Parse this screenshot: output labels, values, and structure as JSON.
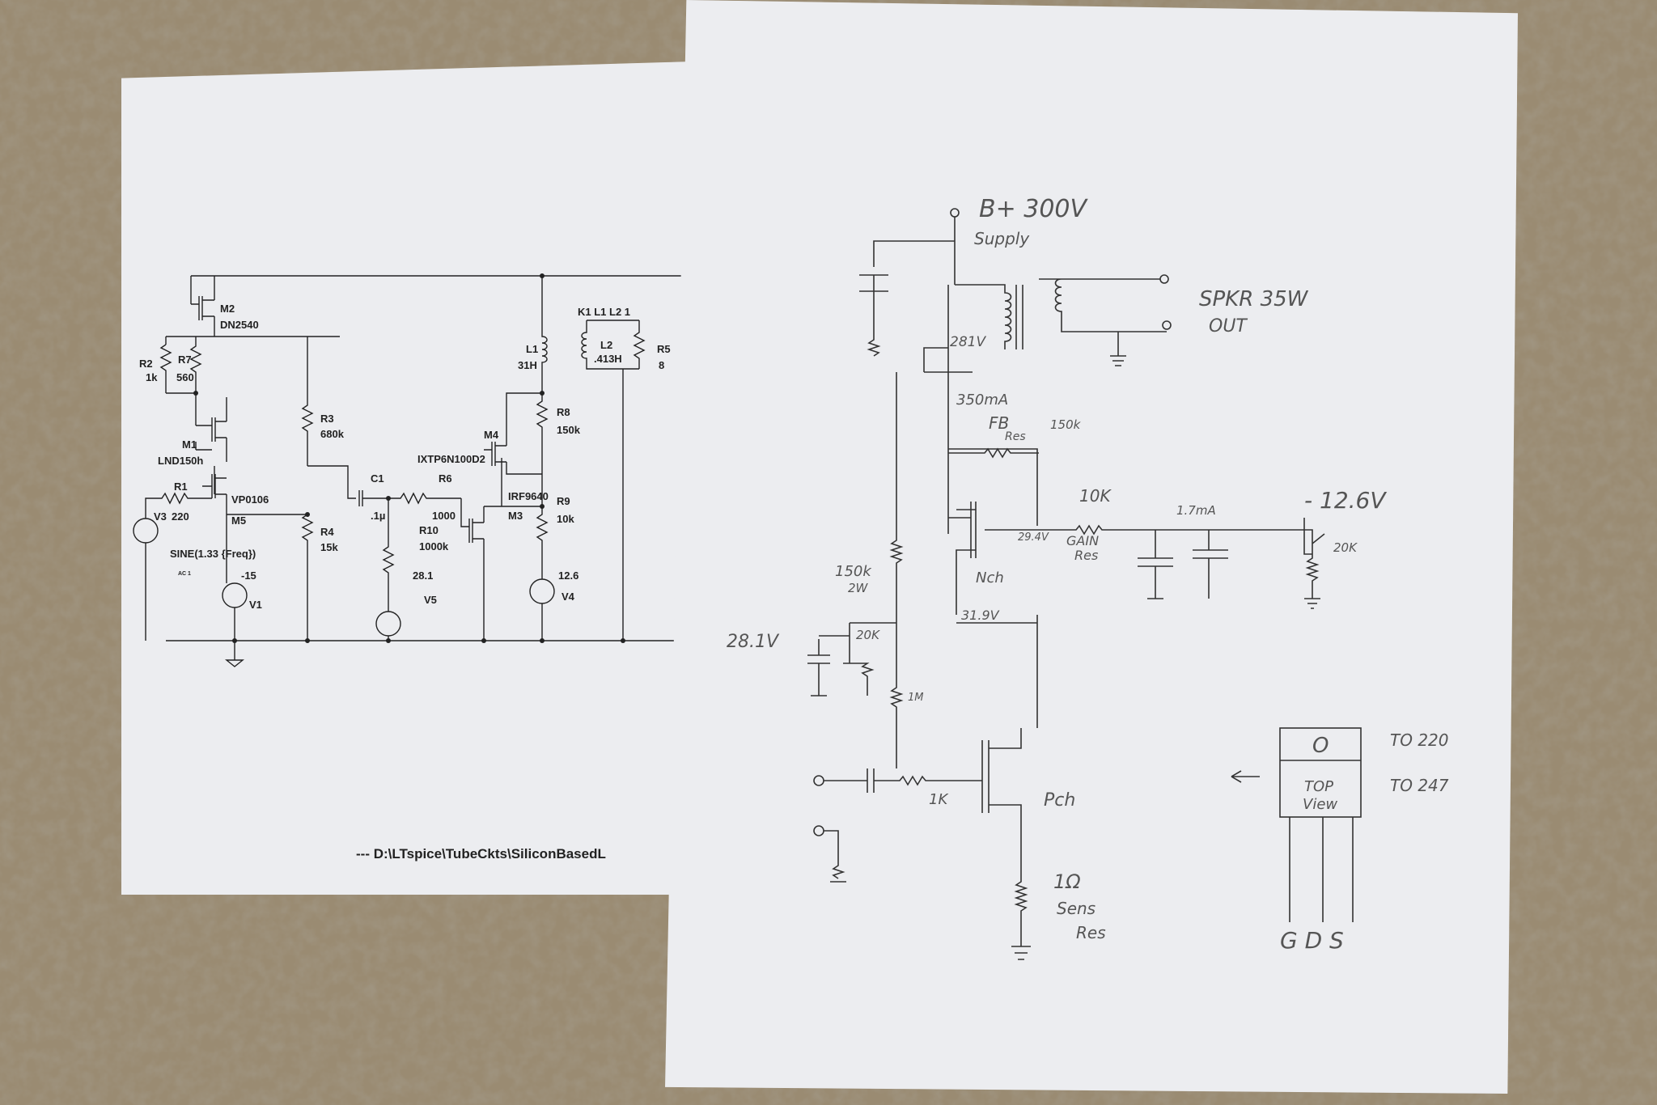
{
  "printed_schematic": {
    "components": [
      {
        "id": "M2",
        "label": "M2"
      },
      {
        "id": "M2_part",
        "label": "DN2540"
      },
      {
        "id": "R2",
        "label": "R2"
      },
      {
        "id": "R2_val",
        "label": "1k"
      },
      {
        "id": "R7",
        "label": "R7"
      },
      {
        "id": "R7_val",
        "label": "560"
      },
      {
        "id": "R3",
        "label": "R3"
      },
      {
        "id": "R3_val",
        "label": "680k"
      },
      {
        "id": "M1",
        "label": "M1"
      },
      {
        "id": "M1_part",
        "label": "LND150h"
      },
      {
        "id": "R1",
        "label": "R1"
      },
      {
        "id": "V3",
        "label": "V3"
      },
      {
        "id": "R1_val",
        "label": "220"
      },
      {
        "id": "M5_part",
        "label": "VP0106"
      },
      {
        "id": "M5",
        "label": "M5"
      },
      {
        "id": "R4",
        "label": "R4"
      },
      {
        "id": "R4_val",
        "label": "15k"
      },
      {
        "id": "V1_val",
        "label": "-15"
      },
      {
        "id": "V1",
        "label": "V1"
      },
      {
        "id": "V3_src",
        "label": "SINE(1.33 {Freq})"
      },
      {
        "id": "V3_ac",
        "label": "AC 1"
      },
      {
        "id": "C1",
        "label": "C1"
      },
      {
        "id": "C1_val",
        "label": ".1µ"
      },
      {
        "id": "R6",
        "label": "R6"
      },
      {
        "id": "R6_val",
        "label": "1000"
      },
      {
        "id": "R10",
        "label": "R10"
      },
      {
        "id": "R10_val",
        "label": "1000k"
      },
      {
        "id": "V5_val",
        "label": "28.1"
      },
      {
        "id": "V5",
        "label": "V5"
      },
      {
        "id": "M4",
        "label": "M4"
      },
      {
        "id": "M4_part",
        "label": "IXTP6N100D2"
      },
      {
        "id": "M3_part",
        "label": "IRF9640"
      },
      {
        "id": "M3",
        "label": "M3"
      },
      {
        "id": "L1",
        "label": "L1"
      },
      {
        "id": "L1_val",
        "label": "31H"
      },
      {
        "id": "K",
        "label": "K1 L1 L2 1"
      },
      {
        "id": "L2",
        "label": "L2"
      },
      {
        "id": "L2_val",
        "label": ".413H"
      },
      {
        "id": "R5",
        "label": "R5"
      },
      {
        "id": "R5_val",
        "label": "8"
      },
      {
        "id": "R8",
        "label": "R8"
      },
      {
        "id": "R8_val",
        "label": "150k"
      },
      {
        "id": "R9",
        "label": "R9"
      },
      {
        "id": "R9_val",
        "label": "10k"
      },
      {
        "id": "V4_val",
        "label": "12.6"
      },
      {
        "id": "V4",
        "label": "V4"
      }
    ],
    "footer": "---  D:\\LTspice\\TubeCkts\\SiliconBasedL"
  },
  "hand_schematic": {
    "labels": [
      {
        "id": "bplus",
        "text": "B+  300V"
      },
      {
        "id": "supply",
        "text": "Supply"
      },
      {
        "id": "spkr",
        "text": "SPKR  35W"
      },
      {
        "id": "out",
        "text": "OUT"
      },
      {
        "id": "v281",
        "text": "281V"
      },
      {
        "id": "i350",
        "text": "350mA"
      },
      {
        "id": "fb",
        "text": "FB"
      },
      {
        "id": "fbres",
        "text": "Res"
      },
      {
        "id": "r150k_a",
        "text": "150k"
      },
      {
        "id": "r10k",
        "text": "10K"
      },
      {
        "id": "i17",
        "text": "1.7mA"
      },
      {
        "id": "vneg",
        "text": "- 12.6V"
      },
      {
        "id": "v294",
        "text": "29.4V"
      },
      {
        "id": "gain",
        "text": "GAIN"
      },
      {
        "id": "gainres",
        "text": "Res"
      },
      {
        "id": "r20k_a",
        "text": "20K"
      },
      {
        "id": "nch",
        "text": "Nch"
      },
      {
        "id": "r150k_b",
        "text": "150k"
      },
      {
        "id": "w2",
        "text": "2W"
      },
      {
        "id": "v319",
        "text": "31.9V"
      },
      {
        "id": "v281b",
        "text": "28.1V"
      },
      {
        "id": "r20k_b",
        "text": "20K"
      },
      {
        "id": "r1m",
        "text": "1M"
      },
      {
        "id": "r1k",
        "text": "1K"
      },
      {
        "id": "pch",
        "text": "Pch"
      },
      {
        "id": "r1ohm",
        "text": "1Ω"
      },
      {
        "id": "sens",
        "text": "Sens"
      },
      {
        "id": "sensres",
        "text": "Res"
      },
      {
        "id": "to220",
        "text": "TO 220"
      },
      {
        "id": "to247",
        "text": "TO 247"
      },
      {
        "id": "top",
        "text": "TOP"
      },
      {
        "id": "view",
        "text": "View"
      },
      {
        "id": "pin_o",
        "text": "O"
      },
      {
        "id": "gds",
        "text": "G  D  S"
      }
    ]
  }
}
